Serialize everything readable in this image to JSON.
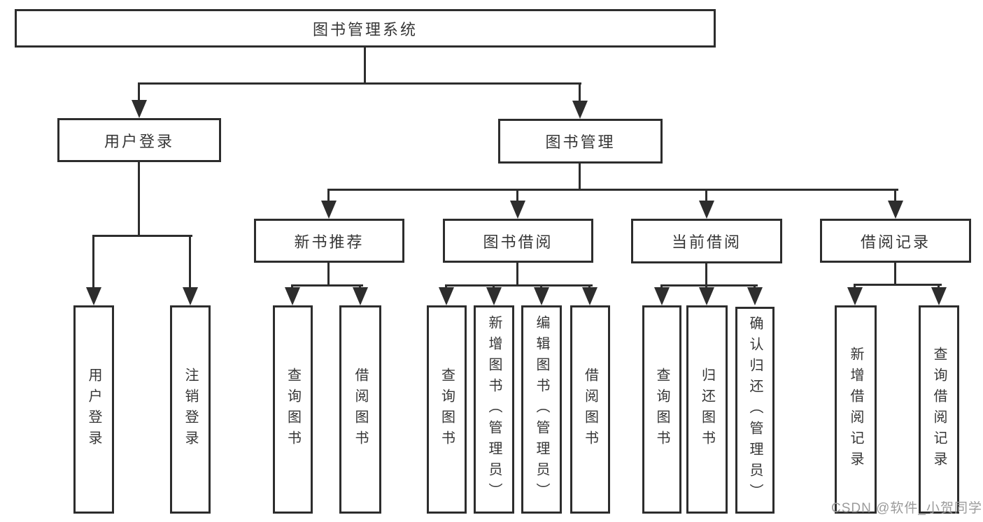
{
  "diagram_type": "hierarchy-tree",
  "tree": {
    "label": "图书管理系统",
    "children": [
      {
        "label": "用户登录",
        "children": [
          {
            "label": "用户登录"
          },
          {
            "label": "注销登录"
          }
        ]
      },
      {
        "label": "图书管理",
        "children": [
          {
            "label": "新书推荐",
            "children": [
              {
                "label": "查询图书"
              },
              {
                "label": "借阅图书"
              }
            ]
          },
          {
            "label": "图书借阅",
            "children": [
              {
                "label": "查询图书"
              },
              {
                "label": "新增图书（管理员）"
              },
              {
                "label": "编辑图书（管理员）"
              },
              {
                "label": "借阅图书"
              }
            ]
          },
          {
            "label": "当前借阅",
            "children": [
              {
                "label": "查询图书"
              },
              {
                "label": "归还图书"
              },
              {
                "label": "确认归还（管理员）"
              }
            ]
          },
          {
            "label": "借阅记录",
            "children": [
              {
                "label": "新增借阅记录"
              },
              {
                "label": "查询借阅记录"
              }
            ]
          }
        ]
      }
    ]
  },
  "watermark": {
    "text": "CSDN @软件_小贺同学"
  },
  "colors": {
    "line": "#2d2d2d",
    "box_border": "#2d2d2d",
    "box_fill": "#ffffff",
    "text": "#363636",
    "watermark": "#9b9b9b",
    "background": "#ffffff"
  }
}
